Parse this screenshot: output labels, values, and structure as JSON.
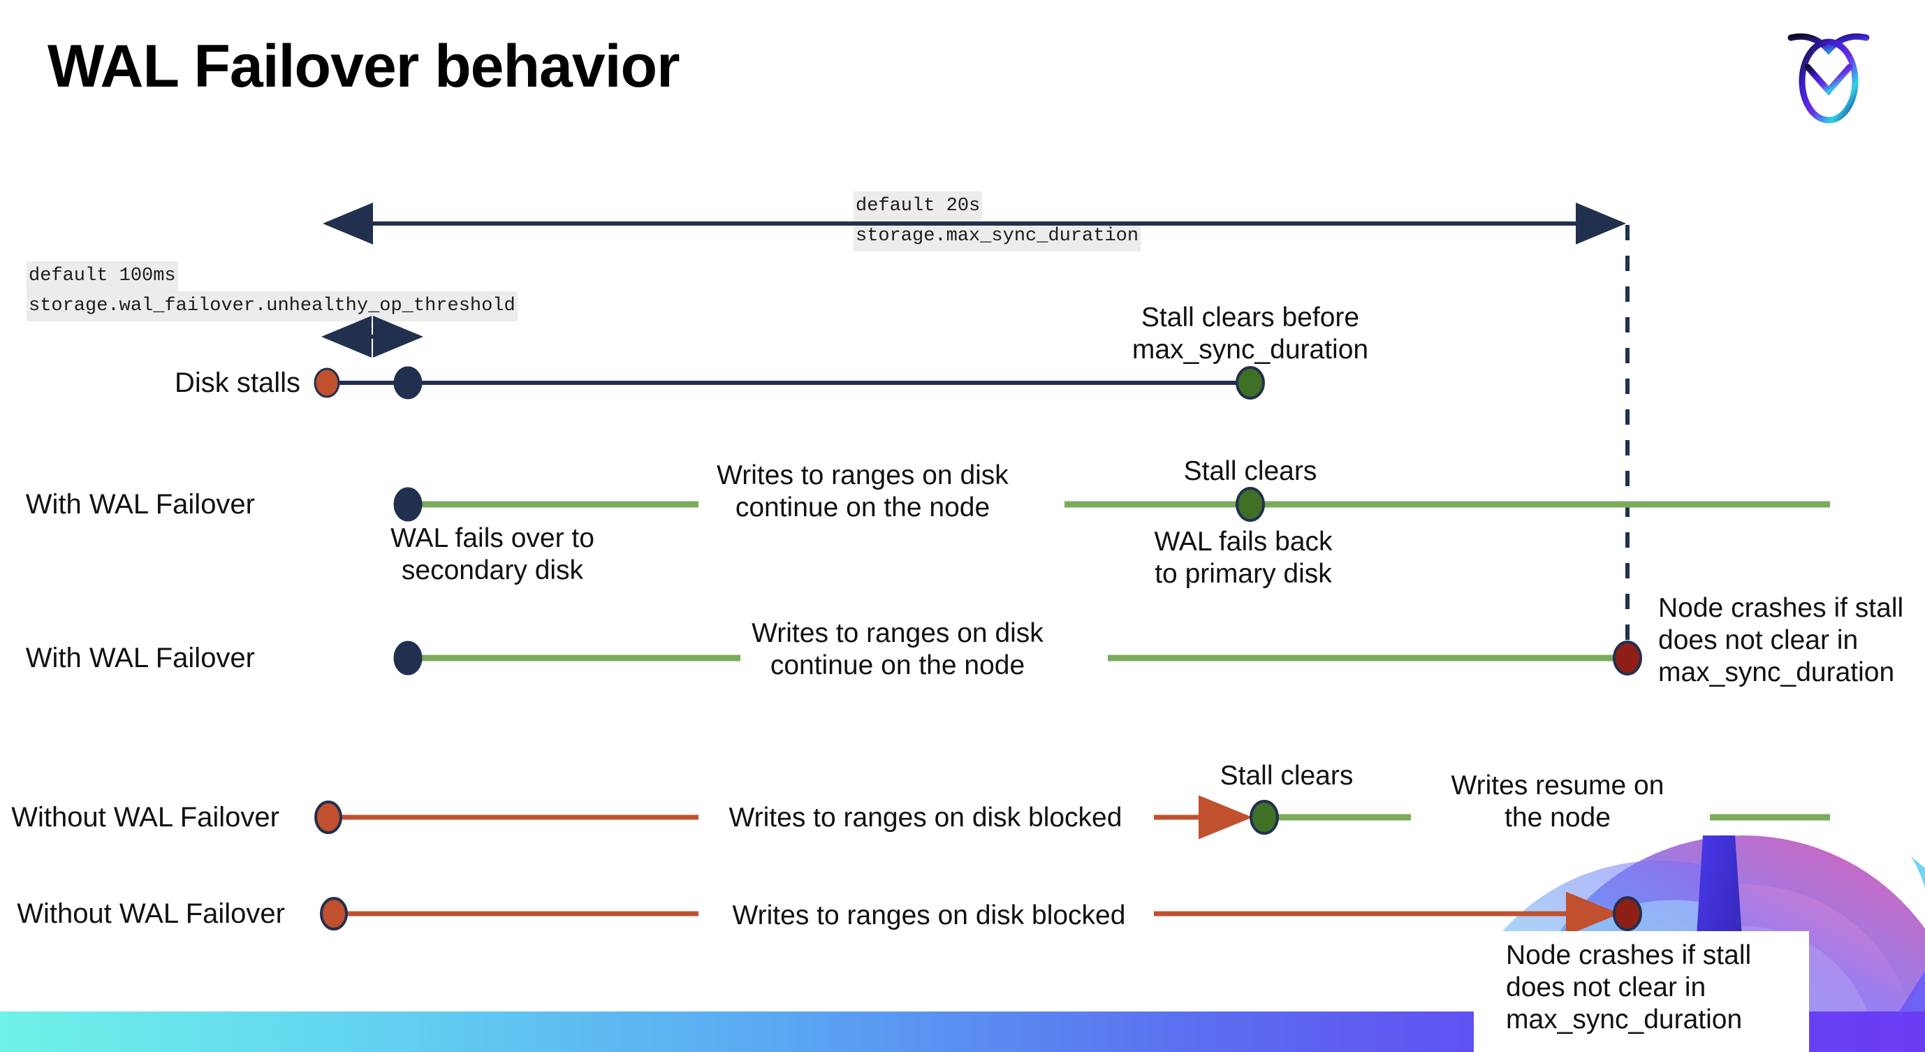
{
  "slide": {
    "title": "WAL Failover behavior",
    "logo_name": "cockroachdb-logo"
  },
  "annotations": {
    "max_sync": {
      "line1": "default 20s",
      "line2": "storage.max_sync_duration"
    },
    "unhealthy_threshold": {
      "line1": "default 100ms",
      "line2": "storage.wal_failover.unhealthy_op_threshold"
    }
  },
  "rows": [
    {
      "label": "Disk stalls"
    },
    {
      "label": "With WAL Failover"
    },
    {
      "label": "With WAL Failover"
    },
    {
      "label": "Without WAL Failover"
    },
    {
      "label": "Without WAL Failover"
    }
  ],
  "callouts": {
    "stall_clears_before": "Stall clears before\nmax_sync_duration",
    "stall_clears_1": "Stall clears",
    "stall_clears_2": "Stall clears",
    "wal_fails_over": "WAL fails over to\nsecondary disk",
    "wal_fails_back": "WAL fails  back\nto primary disk",
    "writes_continue_1": "Writes to ranges on disk\ncontinue on the node",
    "writes_continue_2": "Writes to ranges on disk\ncontinue on the node",
    "writes_blocked_1": "Writes to ranges on disk  blocked",
    "writes_blocked_2": "Writes to ranges on disk  blocked",
    "writes_resume": "Writes resume on\nthe node",
    "node_crashes_1": "Node crashes if stall\ndoes not clear in\nmax_sync_duration",
    "node_crashes_2": "Node crashes if stall\ndoes not clear in\nmax_sync_duration"
  },
  "colors": {
    "navy": "#22304f",
    "green_line": "#7aab5b",
    "green_dot": "#3f7025",
    "orange": "#c0502e",
    "dark_red": "#8e1f17",
    "code_bg": "#ececec",
    "band_start": "#6ff2e8",
    "band_end": "#6a3df5"
  }
}
